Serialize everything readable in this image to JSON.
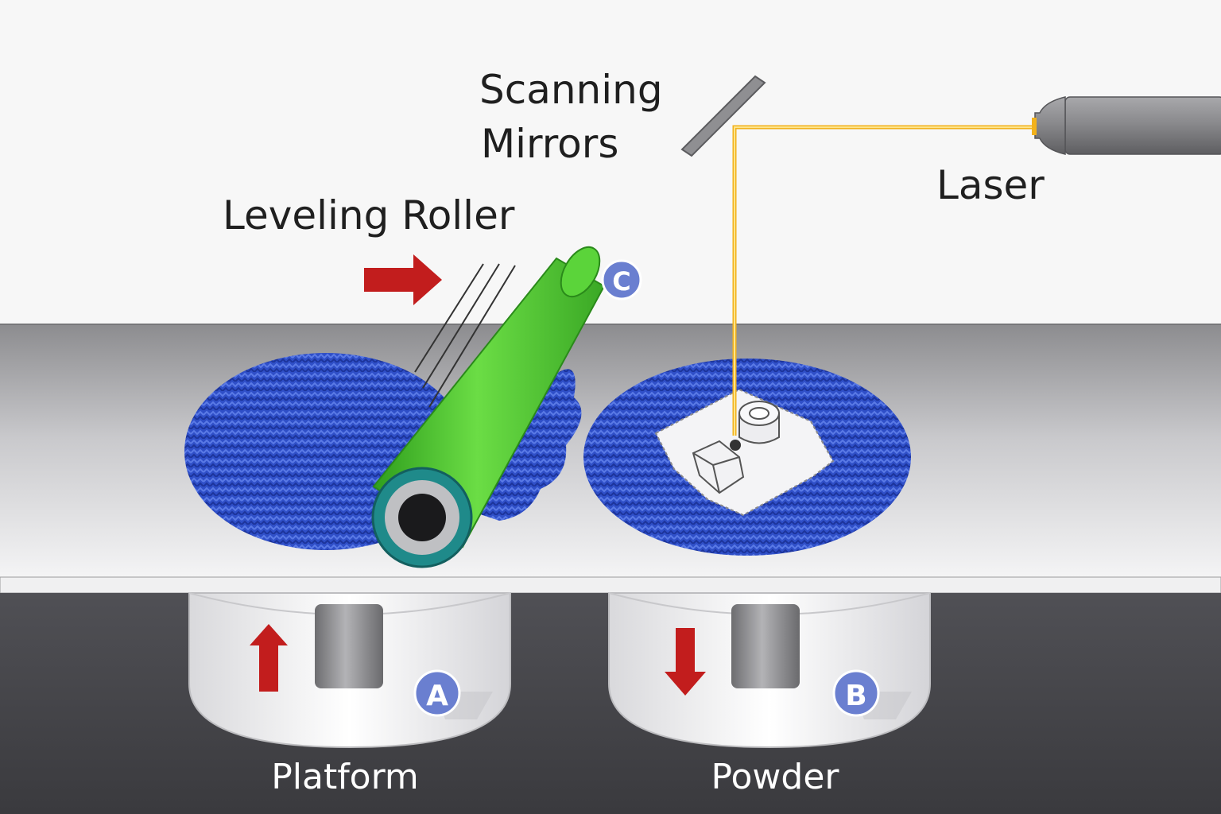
{
  "labels": {
    "scanning_mirrors_line1": "Scanning",
    "scanning_mirrors_line2": "Mirrors",
    "laser": "Laser",
    "leveling_roller": "Leveling Roller",
    "platform": "Platform",
    "powder": "Powder"
  },
  "badges": {
    "a": "A",
    "b": "B",
    "c": "C"
  },
  "colors": {
    "powder": "#2f4fc8",
    "roller": "#4ccf33",
    "laser_beam": "#f2b21c",
    "arrow": "#c21d1d",
    "badge": "#6a7fd0"
  }
}
